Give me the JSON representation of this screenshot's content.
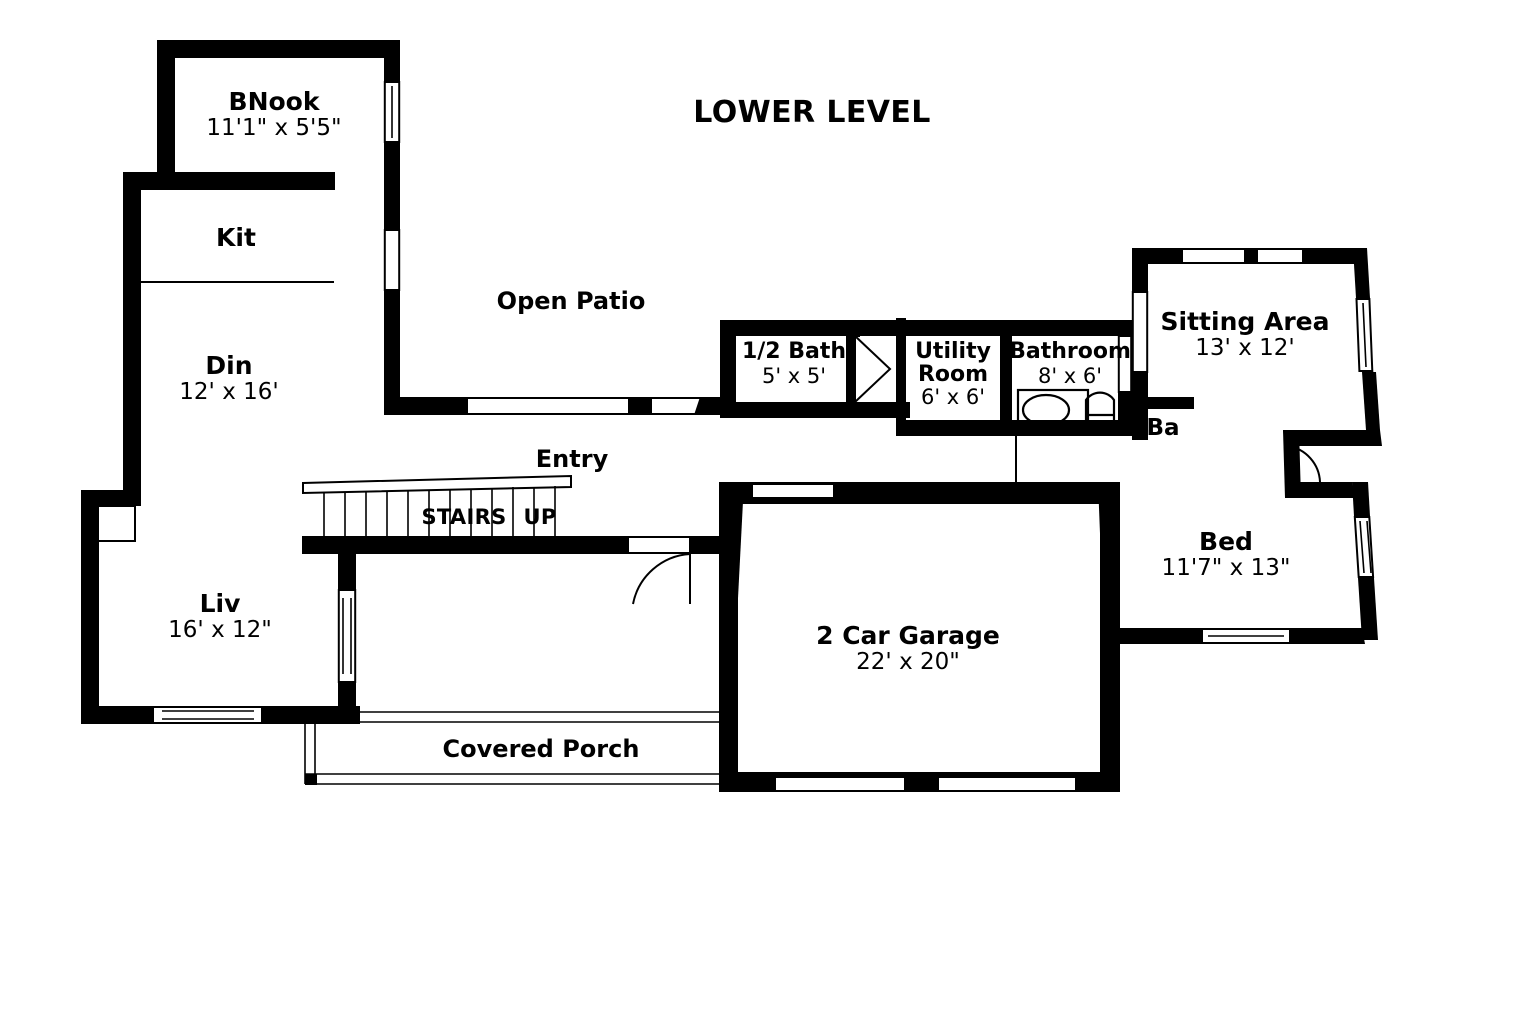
{
  "plan": {
    "title": "LOWER LEVEL",
    "background_color": "#ffffff",
    "wall_color": "#000000"
  },
  "rooms": [
    {
      "id": "bnook",
      "name": "BNook",
      "dims": "11'1\" x 5'5\""
    },
    {
      "id": "kit",
      "name": "Kit",
      "dims": ""
    },
    {
      "id": "din",
      "name": "Din",
      "dims": "12' x 16'"
    },
    {
      "id": "liv",
      "name": "Liv",
      "dims": "16' x 12\""
    },
    {
      "id": "half_bath",
      "name": "1/2 Bath",
      "dims": "5' x 5'"
    },
    {
      "id": "utility",
      "name": "Utility Room",
      "dims": "6' x 6'"
    },
    {
      "id": "bathroom",
      "name": "Bathroom",
      "dims": "8' x 6'"
    },
    {
      "id": "sitting",
      "name": "Sitting Area",
      "dims": "13' x 12'"
    },
    {
      "id": "bed",
      "name": "Bed",
      "dims": "11'7\" x 13\""
    },
    {
      "id": "garage",
      "name": "2 Car Garage",
      "dims": "22' x 20\""
    }
  ],
  "areas": [
    {
      "id": "open_patio",
      "label": "Open Patio"
    },
    {
      "id": "entry",
      "label": "Entry"
    },
    {
      "id": "covered_porch",
      "label": "Covered Porch"
    },
    {
      "id": "ba",
      "label": "Ba"
    }
  ],
  "stairs": {
    "label": "STAIRS",
    "direction_label": "UP",
    "tread_count": 13
  },
  "icons": {
    "sink": "sink-icon",
    "shower": "shower-icon",
    "door_swing": "door-swing-icon",
    "bifold_door": "bifold-door-icon",
    "window": "window-icon"
  }
}
